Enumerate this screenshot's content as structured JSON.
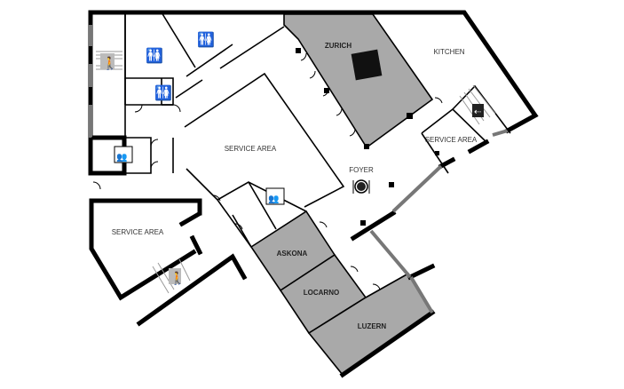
{
  "floor_plan": {
    "rooms": {
      "zurich": "ZURICH",
      "kitchen": "KITCHEN",
      "service_area_main": "SERVICE AREA",
      "service_area_right": "SERVICE AREA",
      "service_area_left": "SERVICE AREA",
      "foyer": "FOYER",
      "askona": "ASKONA",
      "locarno": "LOCARNO",
      "luzern": "LUZERN"
    },
    "icons": [
      "restroom-icon",
      "elevator-icon",
      "emergency-exit-icon",
      "stairs-icon",
      "dining-icon",
      "pillar-icon"
    ],
    "colors": {
      "meeting_room": "#a9a9a9",
      "wall": "#000000",
      "window": "#777777"
    }
  }
}
